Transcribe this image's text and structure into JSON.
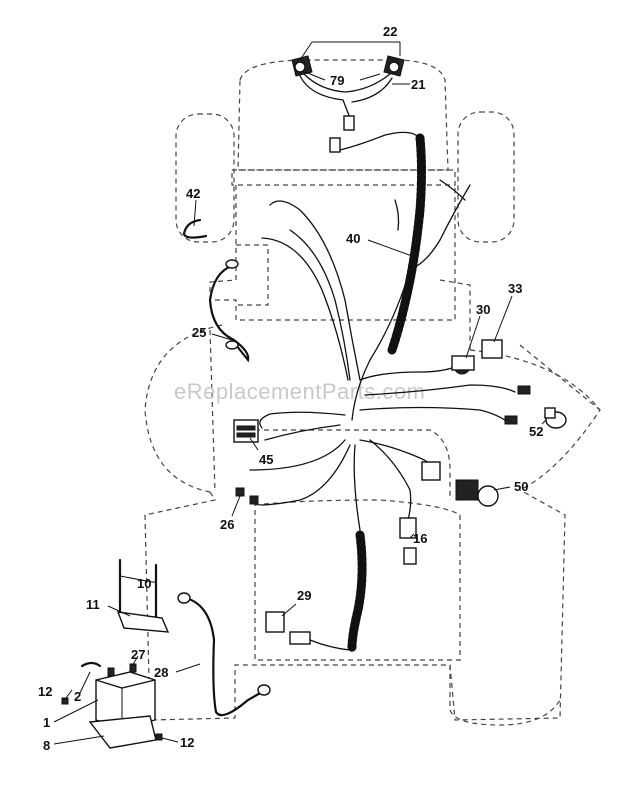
{
  "watermark": "eReplacementParts.com",
  "callouts": [
    {
      "id": "c22",
      "label": "22"
    },
    {
      "id": "c79",
      "label": "79"
    },
    {
      "id": "c21",
      "label": "21"
    },
    {
      "id": "c42",
      "label": "42"
    },
    {
      "id": "c40",
      "label": "40"
    },
    {
      "id": "c33",
      "label": "33"
    },
    {
      "id": "c30",
      "label": "30"
    },
    {
      "id": "c25",
      "label": "25"
    },
    {
      "id": "c52",
      "label": "52"
    },
    {
      "id": "c45",
      "label": "45"
    },
    {
      "id": "c50",
      "label": "50"
    },
    {
      "id": "c26",
      "label": "26"
    },
    {
      "id": "c16",
      "label": "16"
    },
    {
      "id": "c10",
      "label": "10"
    },
    {
      "id": "c11",
      "label": "11"
    },
    {
      "id": "c29",
      "label": "29"
    },
    {
      "id": "c27",
      "label": "27"
    },
    {
      "id": "c28",
      "label": "28"
    },
    {
      "id": "c12a",
      "label": "12"
    },
    {
      "id": "c2",
      "label": "2"
    },
    {
      "id": "c1",
      "label": "1"
    },
    {
      "id": "c8",
      "label": "8"
    },
    {
      "id": "c12b",
      "label": "12"
    }
  ]
}
